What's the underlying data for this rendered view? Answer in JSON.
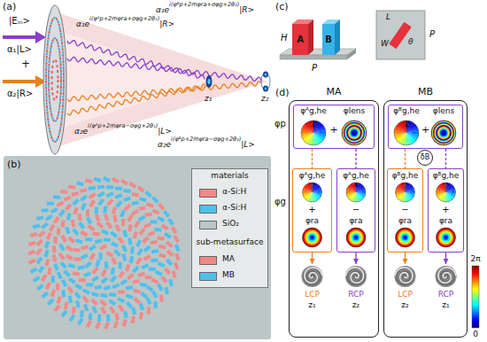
{
  "diagram": {
    "nodes": [
      {
        "text": [
          "A"
        ]
      },
      {
        "text": [
          "B"
        ]
      },
      {
        "text": [
          "MA"
        ]
      },
      {
        "text": [
          "φᴬg,he",
          "+",
          "φlens"
        ],
        "in": 2
      },
      {
        "text": [
          "φᴬg,he",
          "+",
          "φra"
        ],
        "in": 2
      },
      {
        "text": [
          "φᴬg,he",
          "−",
          "φra"
        ],
        "in": 2
      },
      {
        "text": [
          "LCP",
          "z₁"
        ],
        "in": 2
      },
      {
        "text": [
          "RCP",
          "z₂"
        ],
        "in": 2
      },
      {
        "text": [
          "MB"
        ]
      },
      {
        "text": [
          "φᴮg,he",
          "+",
          "φlens"
        ],
        "in": 8
      },
      {
        "text": [
          "δB"
        ],
        "in": 8
      },
      {
        "text": [
          "φᴮg,he",
          "−",
          "φra"
        ],
        "in": 8
      },
      {
        "text": [
          "φᴮg,he",
          "+",
          "φra"
        ],
        "in": 8
      },
      {
        "text": [
          "LCP",
          "z₂"
        ],
        "in": 8
      },
      {
        "text": [
          "RCP",
          "z₁"
        ],
        "in": 8
      }
    ],
    "edges": [
      {
        "from": 3,
        "to": 4,
        "arrow": "none"
      },
      {
        "from": 3,
        "to": 5,
        "arrow": "none"
      },
      {
        "from": 4,
        "to": 6,
        "arrow": "to"
      },
      {
        "from": 5,
        "to": 7,
        "arrow": "to"
      },
      {
        "from": 9,
        "to": 11,
        "arrow": "none"
      },
      {
        "from": 9,
        "to": 12,
        "arrow": "none"
      },
      {
        "from": 11,
        "to": 13,
        "arrow": "to"
      },
      {
        "from": 12,
        "to": 14,
        "arrow": "to"
      }
    ],
    "labels": [
      "(a)",
      "|Eᵢₙ>",
      "α₁|L>",
      "+",
      "α₂|R>",
      "α₁e",
      "i(φᴮp+2mφra+σφg+2θ₂)",
      "|R>",
      "α₁e",
      "i(φᴬp+2mφra+σφg+2θ₁)",
      "|R>",
      "z₁",
      "z₂",
      "α₂e",
      "i(φᴬp+2mφra−σφg+2θ₁)",
      "|L>",
      "α₂e",
      "i(φᴮp+2mφra−σφg+2θ₂)",
      "|L>",
      "(c)",
      "H",
      "P",
      "L",
      "W",
      "θ",
      "P",
      "(b)",
      "materials",
      "sub-metasurface",
      "(d)",
      "φp",
      "φg",
      "2π",
      "0"
    ],
    "legend": [
      {
        "text": "α-Si:H",
        "color": "#f08a8a"
      },
      {
        "text": "α-Si:H",
        "color": "#4fc0ec"
      },
      {
        "text": "SiO₂",
        "color": "#bcc6c6"
      },
      {
        "text": "MA",
        "color": "#f08a8a"
      },
      {
        "text": "MB",
        "color": "#4fc0ec"
      }
    ]
  }
}
